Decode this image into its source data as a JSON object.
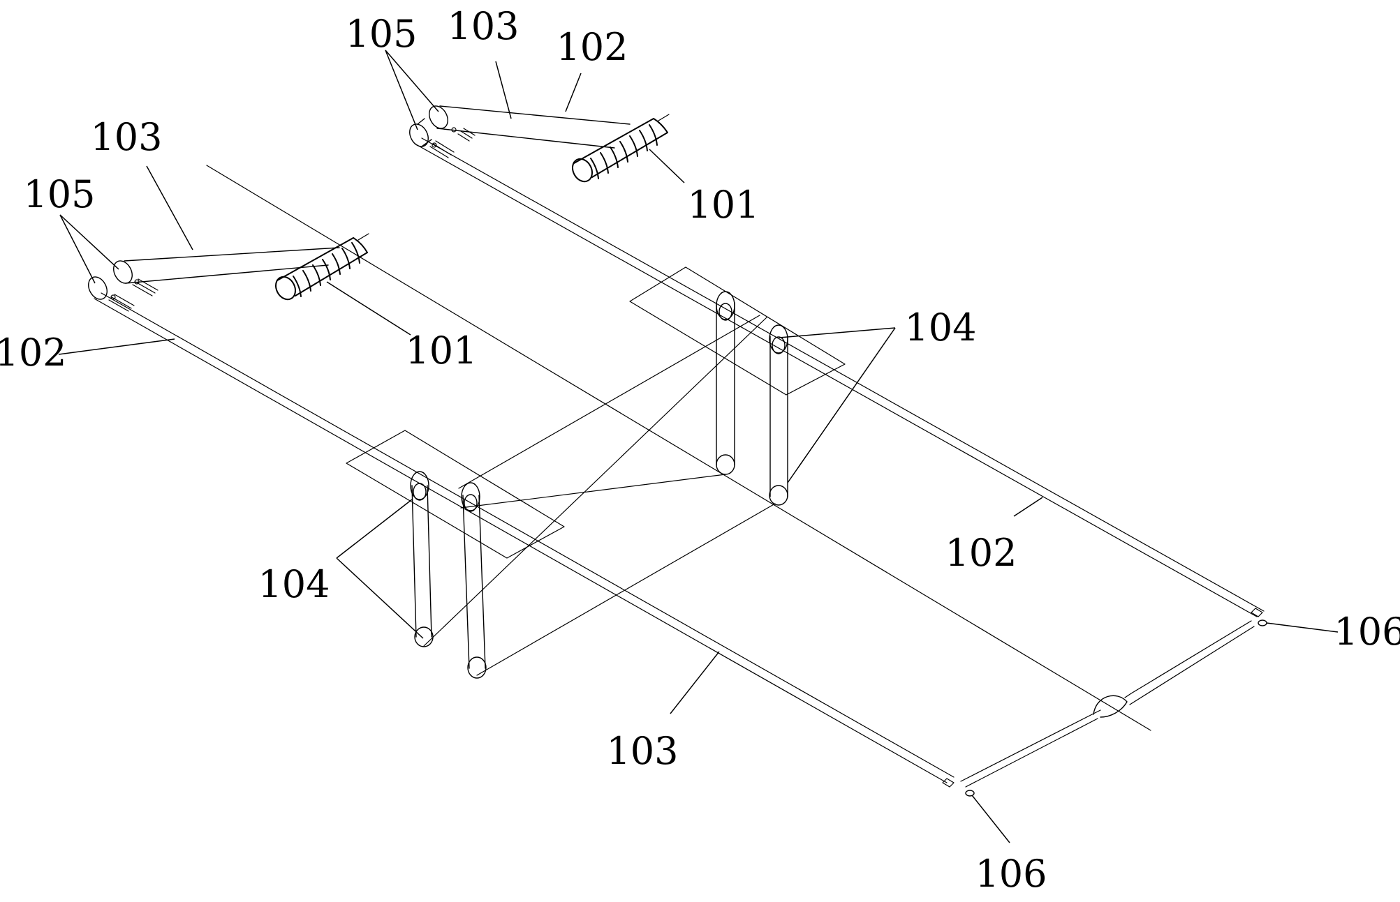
{
  "reference_numerals": {
    "n101": "101",
    "n102": "102",
    "n103": "103",
    "n104": "104",
    "n105": "105",
    "n106": "106"
  },
  "colors": {
    "line": "#000000",
    "background": "#ffffff"
  }
}
